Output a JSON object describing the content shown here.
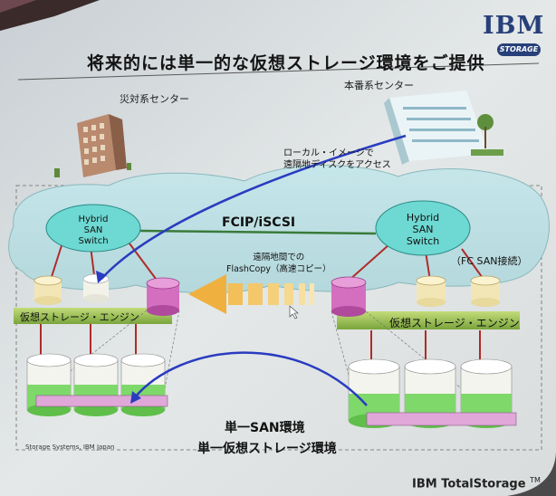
{
  "slide": {
    "title": "将来的には単一的な仮想ストレージ環境をご提供",
    "logo": {
      "main": "IBM",
      "tag": "STORAGE"
    },
    "sites": {
      "dr_center": "災対系センター",
      "production_center": "本番系センター"
    },
    "switches": {
      "left": [
        "Hybrid",
        "SAN",
        "Switch"
      ],
      "right": [
        "Hybrid",
        "SAN",
        "Switch"
      ]
    },
    "link_label": "FCIP/iSCSI",
    "local_image_note": [
      "ローカル・イメージで",
      "遠隔地ディスクをアクセス"
    ],
    "fc_connection": "（FC SAN接続）",
    "flashcopy_note": [
      "遠隔地間での",
      "FlashCopy（高速コピー）"
    ],
    "engines": {
      "left": "仮想ストレージ・エンジン",
      "right": "仮想ストレージ・エンジン"
    },
    "single_san": "単一SAN環境",
    "single_virtual": "単一仮想ストレージ環境",
    "footer_small": "Storage Systems, IBM Japan",
    "footer_brand": "IBM TotalStorage",
    "footer_tm": "TM"
  }
}
